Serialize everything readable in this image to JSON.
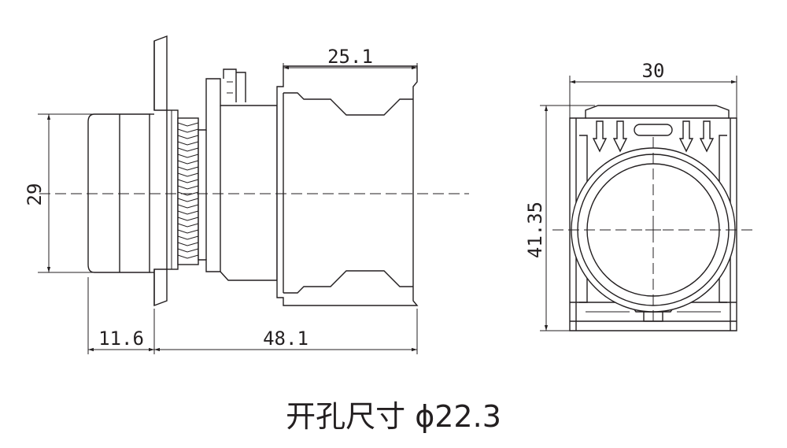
{
  "side_view": {
    "dim_height": "29",
    "dim_front": "11.6",
    "dim_body": "48.1",
    "dim_top": "25.1"
  },
  "front_view": {
    "dim_width": "30",
    "dim_height": "41.35"
  },
  "caption": "开孔尺寸 ϕ22.3"
}
